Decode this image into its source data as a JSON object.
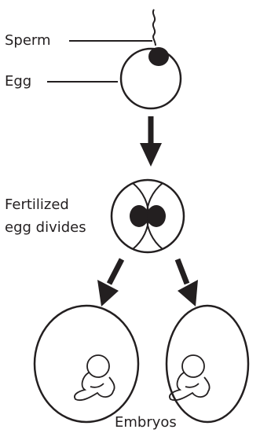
{
  "labels": {
    "sperm": "Sperm",
    "egg": "Egg",
    "fertilized_line1": "Fertilized",
    "fertilized_line2": "egg divides",
    "embryos": "Embryos"
  },
  "colors": {
    "ink": "#231f20",
    "background": "#ffffff"
  }
}
